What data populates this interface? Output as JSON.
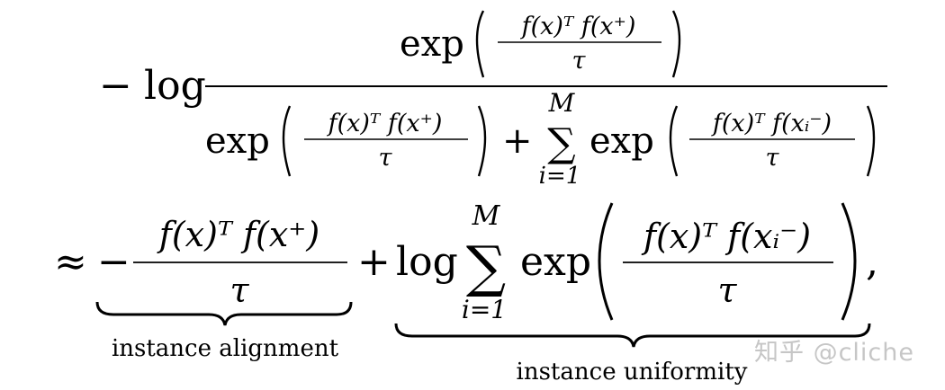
{
  "formula": {
    "line1": {
      "minus": "−",
      "log": "log",
      "numerator": {
        "exp": "exp",
        "frac_num": "f(x)ᵀ f(x⁺)",
        "frac_den": "τ"
      },
      "denominator": {
        "exp": "exp",
        "frac_num": "f(x)ᵀ f(x⁺)",
        "frac_den": "τ",
        "plus": "+",
        "sum_upper": "M",
        "sum_lower": "i=1",
        "sum_exp": "exp",
        "sum_frac_num": "f(x)ᵀ f(xᵢ⁻)",
        "sum_frac_den": "τ"
      }
    },
    "line2": {
      "approx": "≈",
      "minus": "−",
      "frac_num": "f(x)ᵀ f(x⁺)",
      "frac_den": "τ",
      "plus": "+",
      "log": "log",
      "sum_upper": "M",
      "sum_lower": "i=1",
      "exp": "exp",
      "inner_num": "f(x)ᵀ f(xᵢ⁻)",
      "inner_den": "τ",
      "comma": ","
    },
    "labels": {
      "alignment": "instance alignment",
      "uniformity": "instance uniformity"
    }
  },
  "watermark": "知乎 @cliche",
  "colors": {
    "ink": "#000000",
    "watermark": "#c6c6c6"
  }
}
